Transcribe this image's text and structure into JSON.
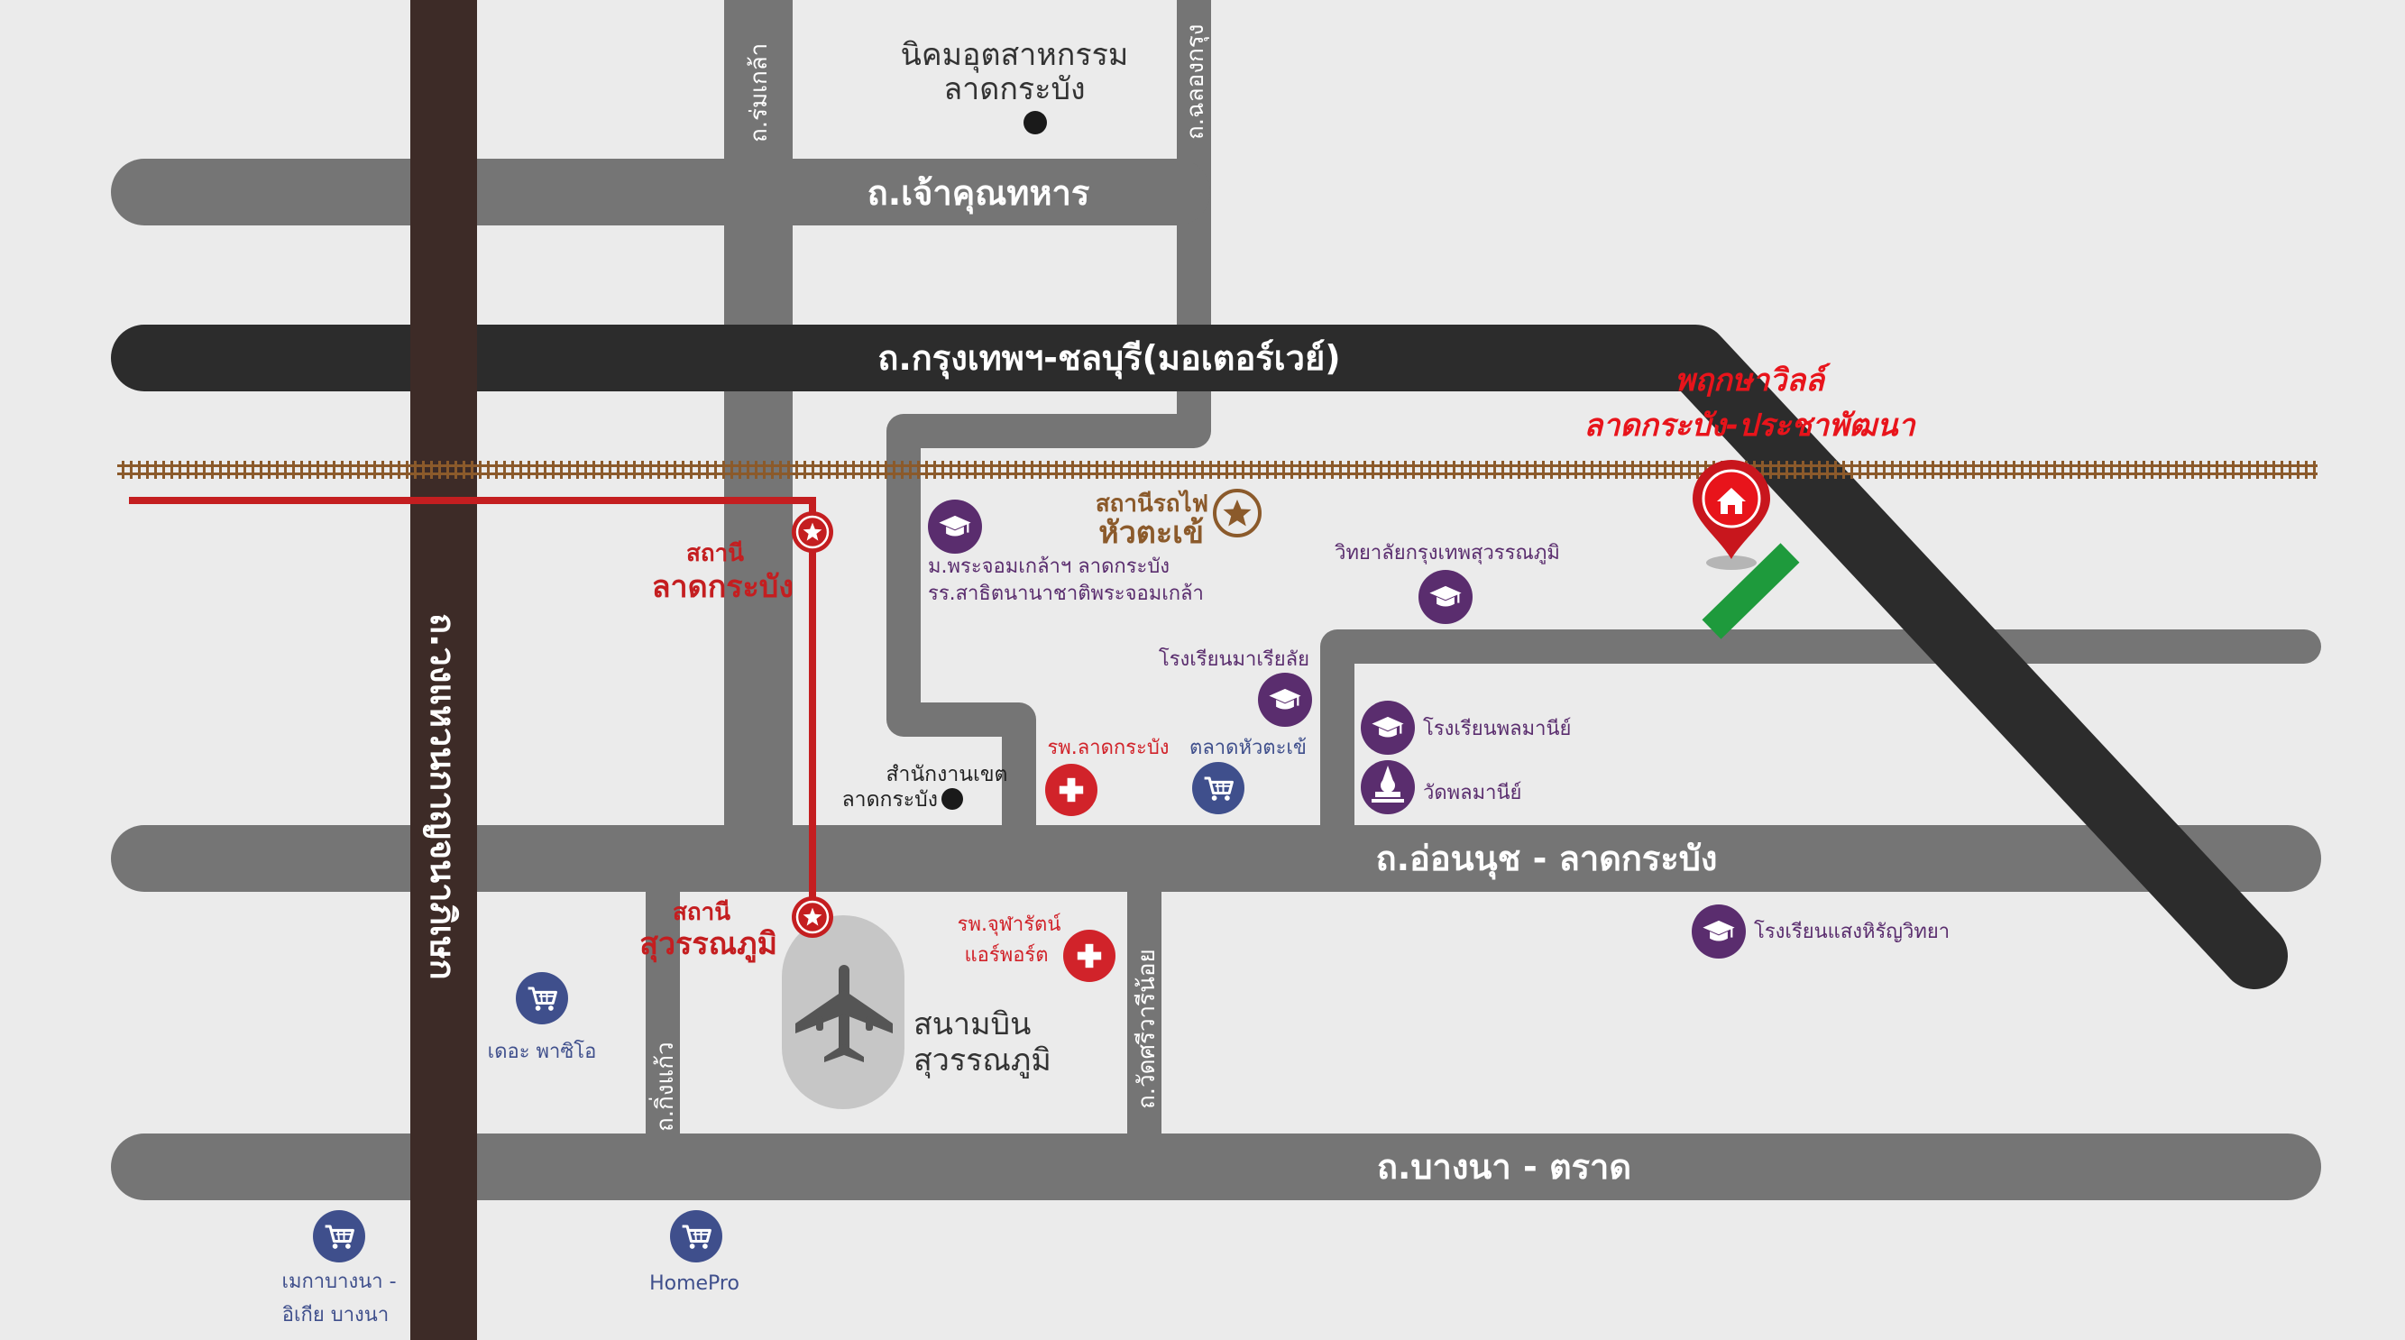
{
  "colors": {
    "background": "#ebebeb",
    "road": "#757575",
    "motorway": "#2c2c2c",
    "ring_road": "#3d2b27",
    "railway": "#8b5a2b",
    "rail_link": "#c41e20",
    "project": "#e8141b",
    "link_road": "#1e9a3c",
    "poi_purple": "#5a2d6e",
    "poi_red": "#d1232a",
    "poi_blue": "#3f4f8c",
    "station_brown": "#8b5a2b",
    "dark_text": "#333333"
  },
  "roads": {
    "chao_khun_thahan": "ถ.เจ้าคุณทหาร",
    "motorway": "ถ.กรุงเทพฯ-ชลบุรี(มอเตอร์เวย์)",
    "on_nut_lat_krabang": "ถ.อ่อนนุช - ลาดกระบัง",
    "bang_na_trat": "ถ.บางนา - ตราด",
    "kanchanaphisek": "ถ.วงแหวนกาญจนาภิเษก",
    "rom_klao": "ถ.ร่มเกล้า",
    "chalong_krung": "ถ.ฉลองกรุง",
    "king_kaeo": "ถ.กิ่งแก้ว",
    "wat_si_wari_noi": "ถ.วัดศรีวารีน้อย"
  },
  "places": {
    "industrial_estate_line1": "นิคมอุตสาหกรรม",
    "industrial_estate_line2": "ลาดกระบัง",
    "district_office_line1": "สำนักงานเขต",
    "district_office_line2": "ลาดกระบัง",
    "airport_line1": "สนามบิน",
    "airport_line2": "สุวรรณภูมิ"
  },
  "project": {
    "name_line1": "พฤกษาวิลล์",
    "name_line2": "ลาดกระบัง-ประชาพัฒนา",
    "icon": "home-pin-icon"
  },
  "stations": {
    "lat_krabang_line1": "สถานี",
    "lat_krabang_line2": "ลาดกระบัง",
    "suvarnabhumi_line1": "สถานี",
    "suvarnabhumi_line2": "สุวรรณภูมิ",
    "hua_takhe_line1": "สถานีรถไฟ",
    "hua_takhe_line2": "หัวตะเข้"
  },
  "pois": {
    "kmitl_line1": "ม.พระจอมเกล้าฯ ลาดกระบัง",
    "kmitl_line2": "รร.สาธิตนานาชาติพระจอมเกล้า",
    "bangkok_suvarnabhumi_college": "วิทยาลัยกรุงเทพสุวรรณภูมิ",
    "mariyalai_school": "โรงเรียนมาเรียลัย",
    "pollamanee_school": "โรงเรียนพลมานีย์",
    "wat_pollamanee": "วัดพลมานีย์",
    "saeng_hiran_school": "โรงเรียนแสงหิรัญวิทยา",
    "lat_krabang_hospital": "รพ.ลาดกระบัง",
    "chularat_line1": "รพ.จุฬารัตน์",
    "chularat_line2": "แอร์พอร์ต",
    "hua_takhe_market": "ตลาดหัวตะเข้",
    "paseo": "เดอะ พาซิโอ",
    "mega_line1": "เมกาบางนา -",
    "mega_line2": "อิเกีย บางนา",
    "homepro": "HomePro"
  },
  "icons": {
    "school": "graduation-cap-icon",
    "hospital": "medical-cross-icon",
    "shopping": "shopping-cart-icon",
    "temple": "temple-icon",
    "station": "star-icon",
    "airport": "airplane-icon",
    "landmark": "dot-icon"
  }
}
